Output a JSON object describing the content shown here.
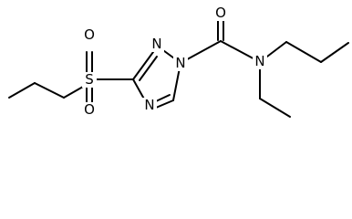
{
  "molecule": {
    "atoms": {
      "S": "S",
      "O_top": "O",
      "O_bottom": "O",
      "N_ring_top": "N",
      "N_ring_1": "N",
      "N_ring_bottom": "N",
      "O_carbonyl": "O",
      "N_amide": "N"
    }
  },
  "colors": {
    "ink": "#000000",
    "background": "#ffffff"
  }
}
